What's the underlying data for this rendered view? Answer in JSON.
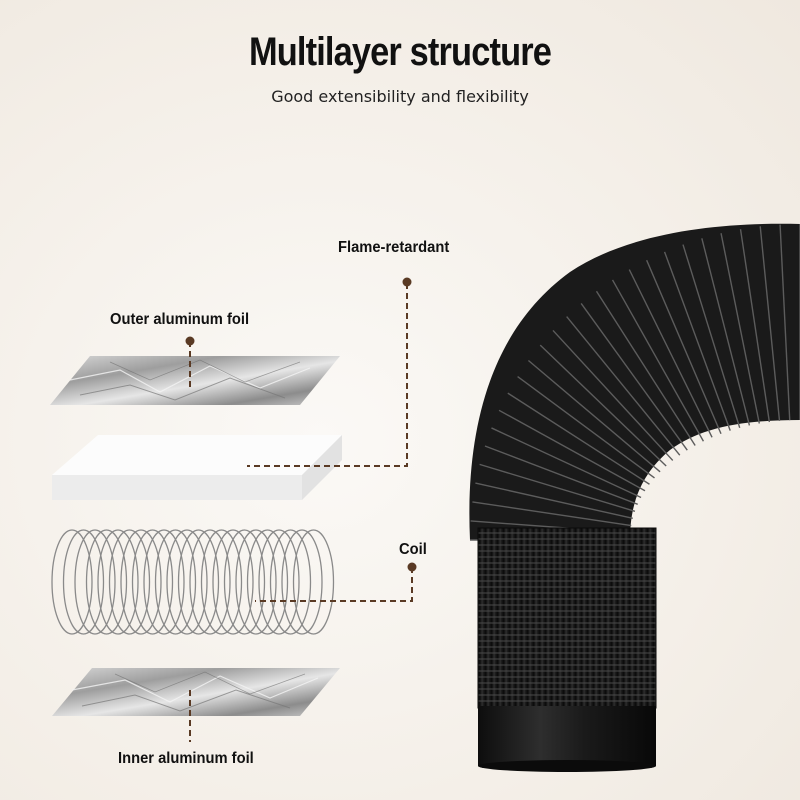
{
  "title": "Multilayer structure",
  "subtitle": "Good extensibility and flexibility",
  "layers": {
    "flame_retardant": "Flame-retardant",
    "outer_foil": "Outer aluminum foil",
    "coil": "Coil",
    "inner_foil": "Inner aluminum foil"
  },
  "colors": {
    "background": "#f4efe8",
    "leader_line": "#5a3a24",
    "hose": "#1c1c1c",
    "foil": "#b9b9b9"
  }
}
